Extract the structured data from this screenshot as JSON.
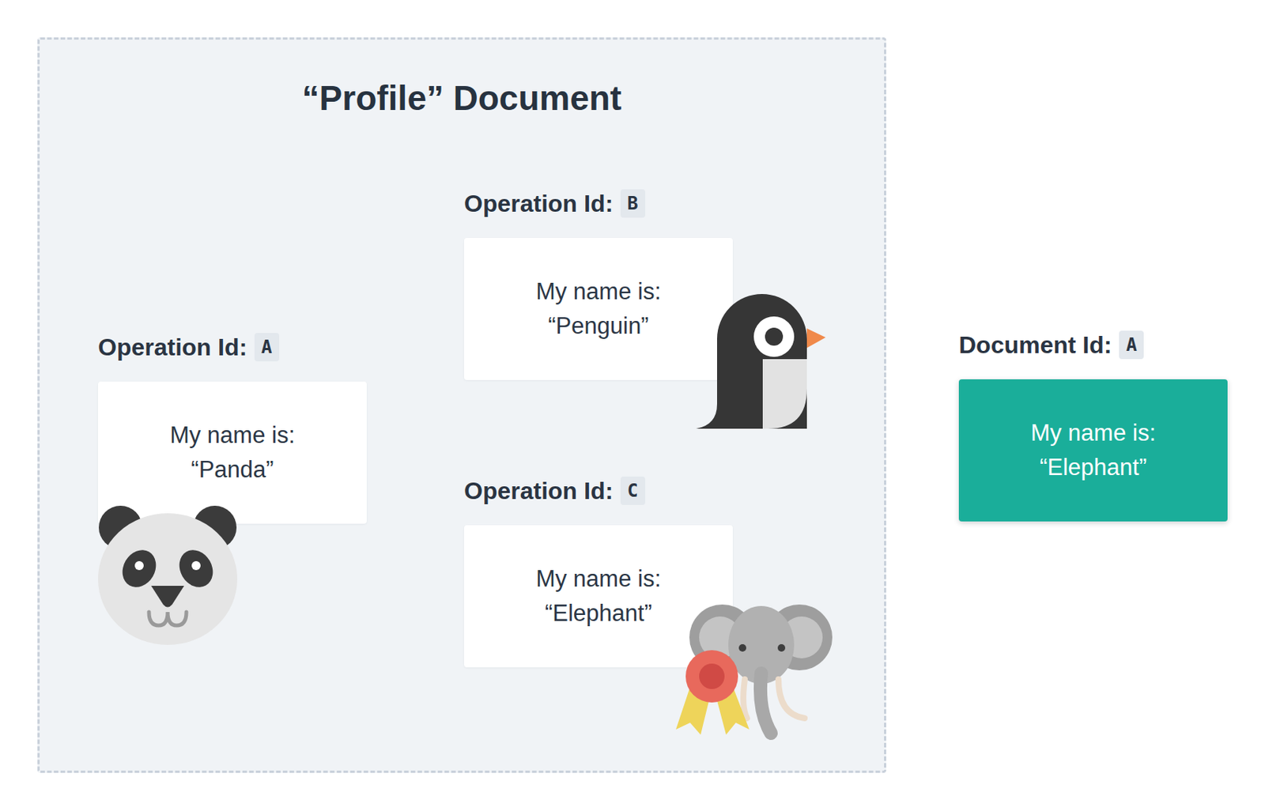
{
  "diagram": {
    "nodes": [
      {
        "text": [
          "“Profile” Document"
        ]
      },
      {
        "text": [
          "Operation Id:",
          "A",
          "My name is: “Panda”"
        ],
        "in": 0
      },
      {
        "text": [
          "Operation Id:",
          "B",
          "My name is: “Penguin”"
        ],
        "in": 0
      },
      {
        "text": [
          "Operation Id:",
          "C",
          "My name is: “Elephant”"
        ],
        "in": 0
      },
      {
        "text": [
          "Document Id:",
          "A",
          "My name is: “Elephant”"
        ]
      }
    ],
    "edges": [
      {
        "from": 2,
        "to": 1,
        "arrow": "to"
      },
      {
        "from": 3,
        "to": 1,
        "arrow": "to"
      }
    ]
  }
}
